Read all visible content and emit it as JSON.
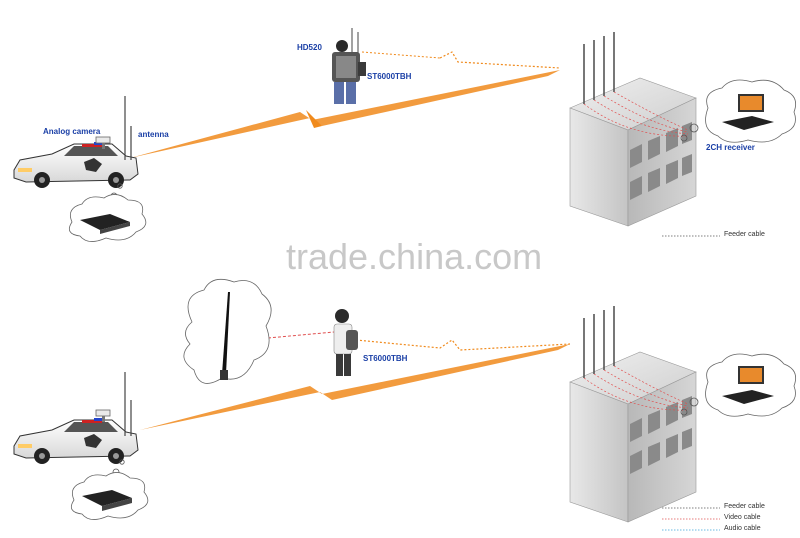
{
  "watermark": "trade.china.com",
  "scene_top": {
    "labels": {
      "hd520": "HD520",
      "st6000tbh": "ST6000TBH",
      "analog_camera": "Analog camera",
      "antenna": "antenna",
      "receiver": "2CH receiver"
    },
    "legend": [
      "Feeder cable"
    ]
  },
  "scene_bottom": {
    "labels": {
      "st6000tbh": "ST6000TBH"
    },
    "legend": [
      "Feeder cable",
      "Video cable",
      "Audio cable"
    ]
  },
  "colors": {
    "label_blue": "#1a3fa6",
    "signal_orange": "#f08a1c",
    "laser_red": "#e05050",
    "building_gray": "#dcdcdc"
  }
}
